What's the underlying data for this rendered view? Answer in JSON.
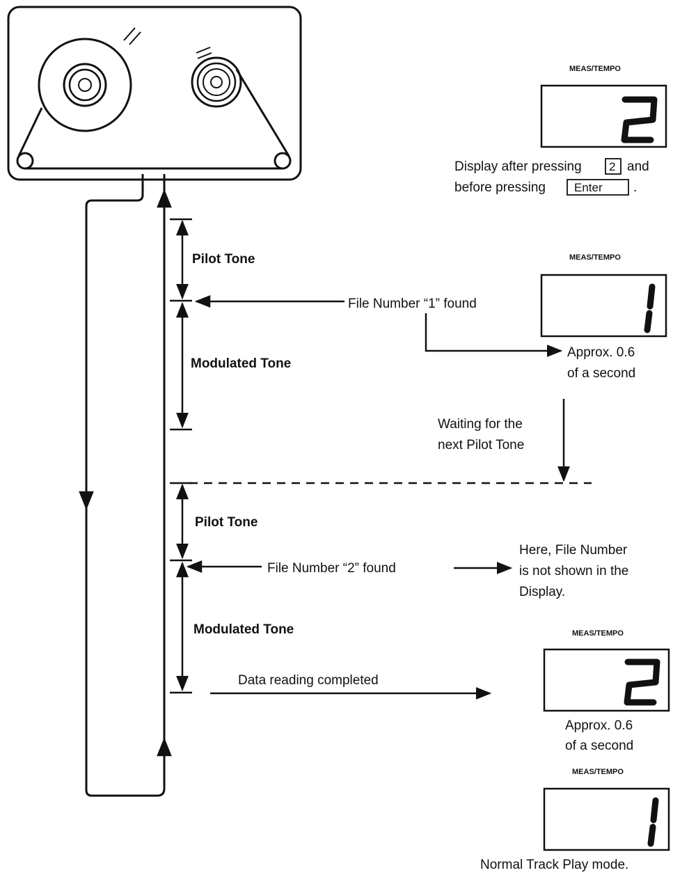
{
  "displays": {
    "meas_tempo_label": "MEAS/TEMPO",
    "d1": {
      "digit": "2"
    },
    "d2": {
      "digit": "1"
    },
    "d3": {
      "digit": "2"
    },
    "d4": {
      "digit": "1"
    }
  },
  "captions": {
    "before_enter_line1_a": "Display after pressing",
    "key_2": "2",
    "before_enter_line1_b": "and",
    "before_enter_line2_a": "before pressing",
    "key_enter": "Enter",
    "before_enter_line2_b": ".",
    "approx_1_line1": "Approx. 0.6",
    "approx_1_line2": "of a second",
    "waiting_line1": "Waiting for the",
    "waiting_line2": "next Pilot Tone",
    "here_line1": "Here, File Number",
    "here_line2": "is not shown in the",
    "here_line3": "Display.",
    "approx_2_line1": "Approx. 0.6",
    "approx_2_line2": "of a second",
    "normal_mode": "Normal Track Play mode."
  },
  "segments": {
    "pilot_tone_1": "Pilot Tone",
    "modulated_tone_1": "Modulated Tone",
    "pilot_tone_2": "Pilot Tone",
    "modulated_tone_2": "Modulated Tone"
  },
  "events": {
    "file1_found": "File Number “1” found",
    "file2_found": "File Number “2” found",
    "data_complete": "Data reading completed"
  },
  "colors": {
    "ink": "#111111",
    "paper": "#ffffff"
  }
}
